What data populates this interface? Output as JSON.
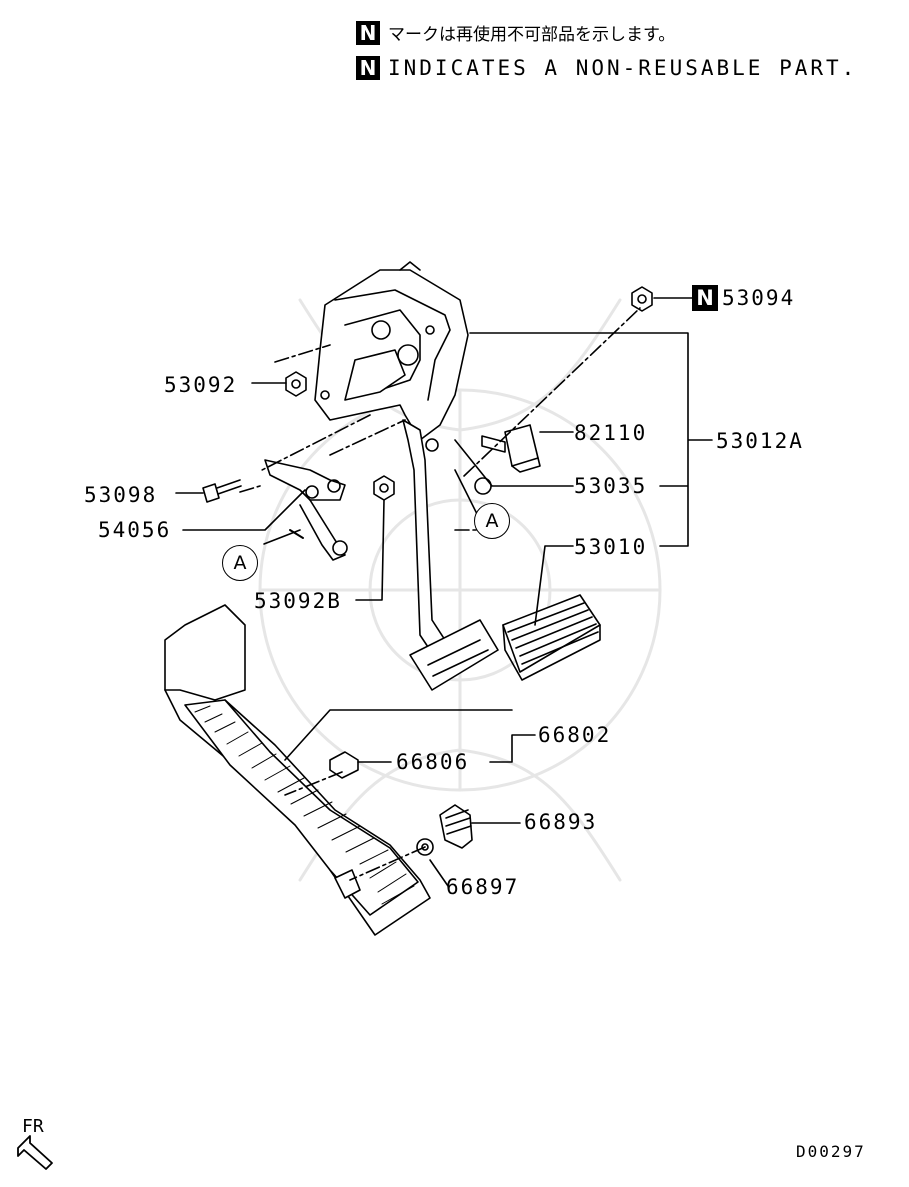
{
  "legend": {
    "badge": "N",
    "japanese": "マークは再使用不可部品を示します。",
    "english": "INDICATES A NON-REUSABLE PART."
  },
  "parts": {
    "p53094": "53094",
    "p53092": "53092",
    "p82110": "82110",
    "p53012A": "53012A",
    "p53098": "53098",
    "p53035": "53035",
    "p54056": "54056",
    "p53010": "53010",
    "p53092B": "53092B",
    "p66802": "66802",
    "p66806": "66806",
    "p66893": "66893",
    "p66897": "66897"
  },
  "refs": {
    "a1": "A",
    "a2": "A"
  },
  "orientation": "FR",
  "diagram_code": "D00297",
  "colors": {
    "ink": "#000000",
    "paper": "#ffffff",
    "watermark": "#e6e6e6"
  },
  "icons": [
    "non-reusable-badge",
    "front-direction-arrow-icon"
  ]
}
